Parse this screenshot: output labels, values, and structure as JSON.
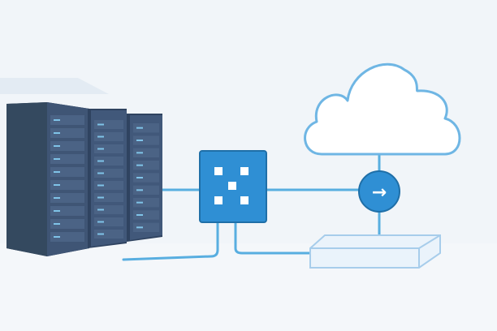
{
  "scene": {
    "subject": "network-infrastructure-illustration",
    "elements": {
      "server_racks": 3,
      "network_switch": 1,
      "cloud": 1,
      "router_arrow": 1,
      "storage_platform": 1
    },
    "arrow_glyph": "→",
    "colors": {
      "background": "#f1f5f9",
      "rack_body": "#3f5575",
      "rack_dark": "#2c3e57",
      "rack_panel": "#526a8c",
      "rack_led": "#7fc3e8",
      "accent_blue": "#3b9ad9",
      "line_blue": "#58aee0",
      "cloud_fill": "#ffffff",
      "cloud_stroke": "#6fb6e4",
      "platform_fill": "#eaf3fb",
      "platform_stroke": "#a7cdeb"
    }
  }
}
